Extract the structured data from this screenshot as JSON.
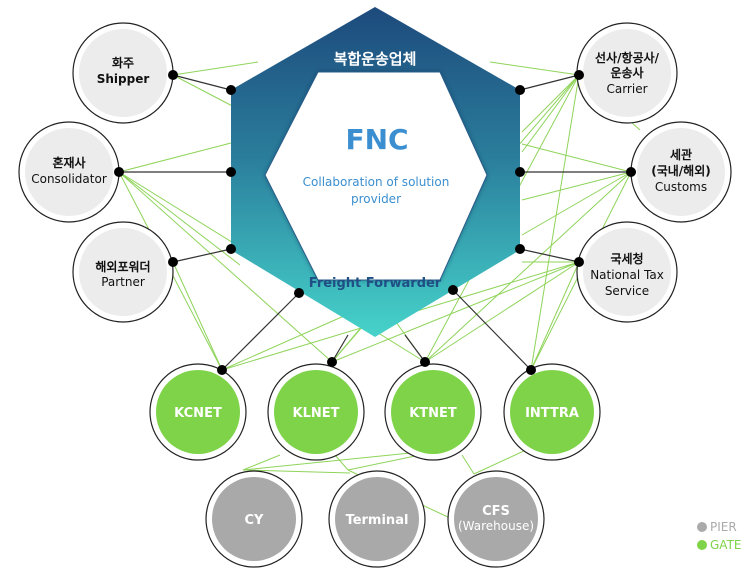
{
  "hub": {
    "top_label": "복합운송업체",
    "title": "FNC",
    "subtitle_line1": "Collaboration of solution",
    "subtitle_line2": "provider",
    "bottom_label": "Freight Forwarder"
  },
  "left_nodes": [
    {
      "id": "shipper",
      "lines": [
        "화주",
        "Shipper"
      ]
    },
    {
      "id": "consolidator",
      "lines": [
        "혼재사",
        "Consolidator"
      ]
    },
    {
      "id": "partner",
      "lines": [
        "해외포워더",
        "Partner"
      ]
    }
  ],
  "right_nodes": [
    {
      "id": "carrier",
      "lines": [
        "선사/항공사/",
        "운송사",
        "Carrier"
      ]
    },
    {
      "id": "customs",
      "lines": [
        "세관",
        "(국내/해외)",
        "Customs"
      ]
    },
    {
      "id": "nts",
      "lines": [
        "국세청",
        "National Tax",
        "Service"
      ]
    }
  ],
  "gate_nodes": [
    {
      "id": "kcnet",
      "label": "KCNET"
    },
    {
      "id": "klnet",
      "label": "KLNET"
    },
    {
      "id": "ktnet",
      "label": "KTNET"
    },
    {
      "id": "inttra",
      "label": "INTTRA"
    }
  ],
  "pier_nodes": [
    {
      "id": "cy",
      "lines": [
        "CY"
      ]
    },
    {
      "id": "terminal",
      "lines": [
        "Terminal"
      ]
    },
    {
      "id": "cfs",
      "lines": [
        "CFS",
        "(Warehouse)"
      ]
    }
  ],
  "legend": [
    {
      "label": "PIER",
      "color": "#aaaaaa"
    },
    {
      "label": "GATE",
      "color": "#7ed348"
    }
  ],
  "colors": {
    "hex_top": "#1e4d7e",
    "hex_bottom": "#45d0c8",
    "gate_fill": "#7ed348",
    "pier_fill": "#a9a9a9",
    "party_fill": "#ececec",
    "link_green": "#8fd45a",
    "link_dark": "#222222",
    "fnc_text": "#3b8fd0",
    "ff_text": "#1f4f85"
  }
}
